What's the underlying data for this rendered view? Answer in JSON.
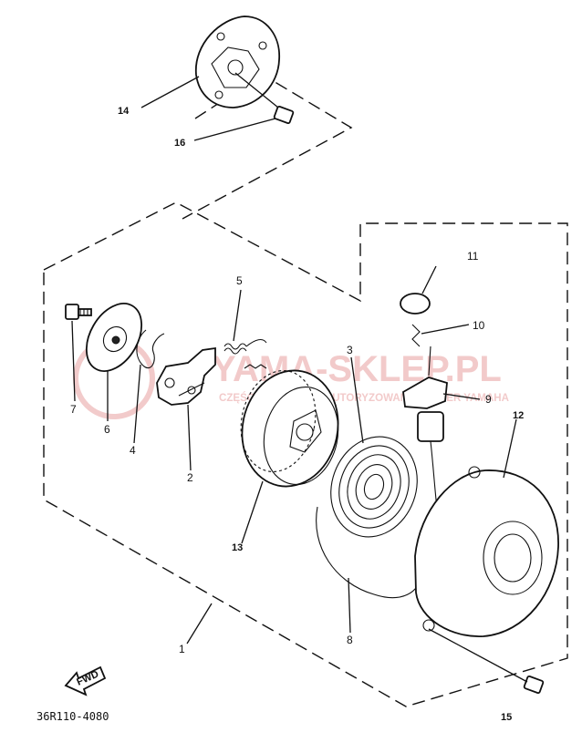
{
  "watermark": {
    "brand": "YAMA-SKLEP.PL",
    "tagline": "CZĘŚCI ZAMIENNE · AUTORYZOWANY DEALER YAMAHA",
    "color": "#e8a0a0"
  },
  "callouts": {
    "c1": "1",
    "c2": "2",
    "c3": "3",
    "c4": "4",
    "c5": "5",
    "c6": "6",
    "c7": "7",
    "c8": "8",
    "c9": "9",
    "c10": "10",
    "c11": "11",
    "c12": "12",
    "c13": "13",
    "c14": "14",
    "c15": "15",
    "c16": "16"
  },
  "fwd_arrow": "FWD",
  "diagram_code": "36R110-4080",
  "border_color": "#111111"
}
